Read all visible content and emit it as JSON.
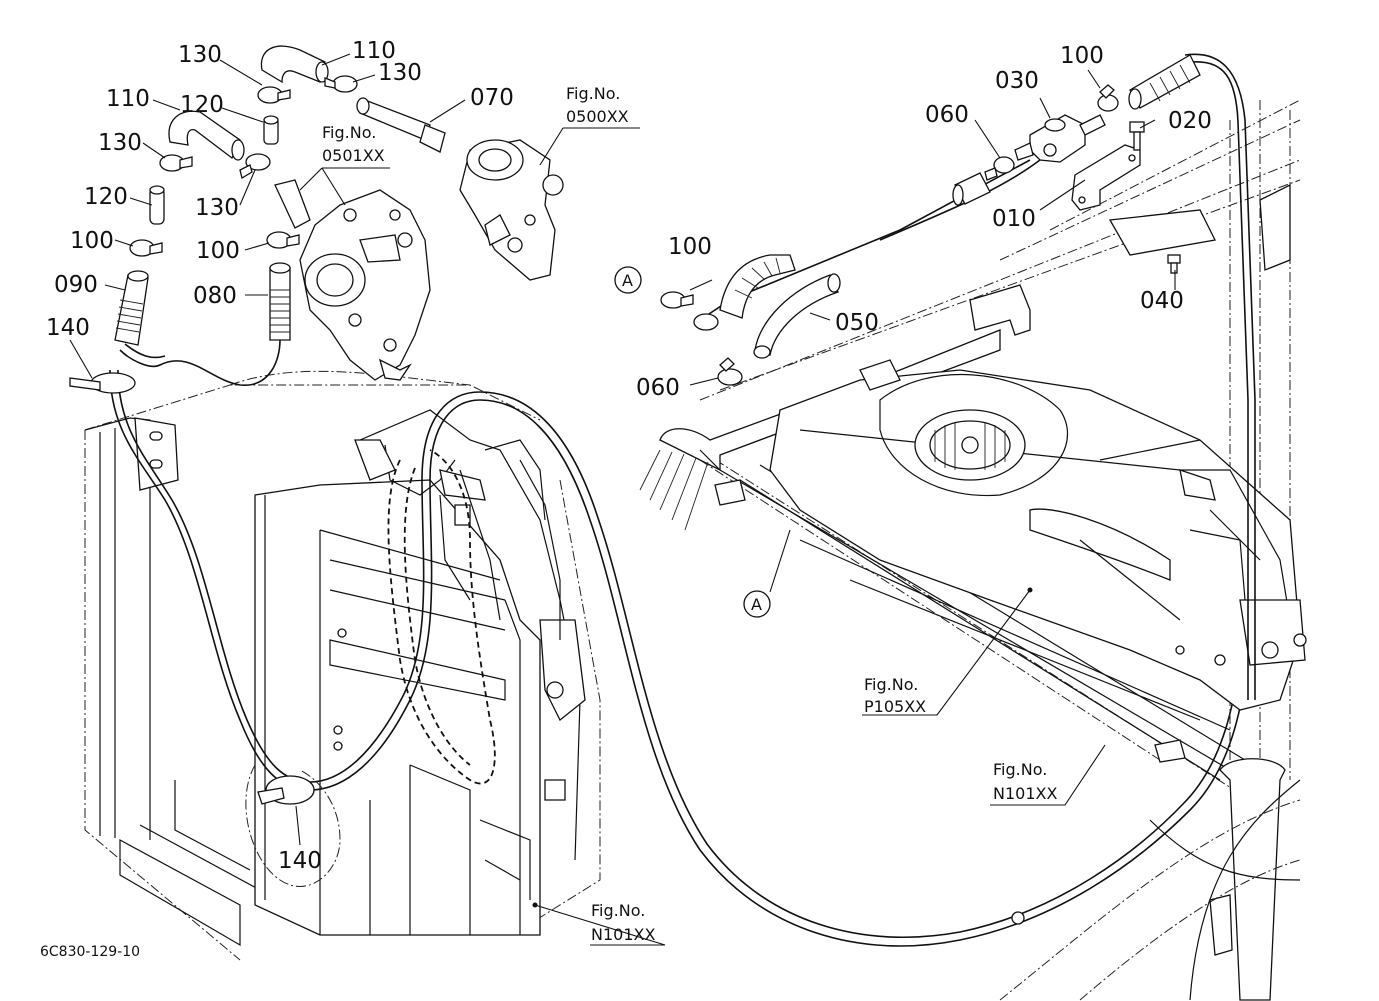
{
  "drawing_id": "6C830-129-10",
  "part_labels": [
    {
      "key": "p110a",
      "text": "110"
    },
    {
      "key": "p130a",
      "text": "130"
    },
    {
      "key": "p130b",
      "text": "130"
    },
    {
      "key": "p120a",
      "text": "120"
    },
    {
      "key": "p070",
      "text": "070"
    },
    {
      "key": "p110b",
      "text": "110"
    },
    {
      "key": "p130c",
      "text": "130"
    },
    {
      "key": "p120b",
      "text": "120"
    },
    {
      "key": "p130d",
      "text": "130"
    },
    {
      "key": "p100a",
      "text": "100"
    },
    {
      "key": "p100b",
      "text": "100"
    },
    {
      "key": "p090",
      "text": "090"
    },
    {
      "key": "p080",
      "text": "080"
    },
    {
      "key": "p140a",
      "text": "140"
    },
    {
      "key": "p140b",
      "text": "140"
    },
    {
      "key": "p100c",
      "text": "100"
    },
    {
      "key": "p030",
      "text": "030"
    },
    {
      "key": "p060a",
      "text": "060"
    },
    {
      "key": "p020",
      "text": "020"
    },
    {
      "key": "p010",
      "text": "010"
    },
    {
      "key": "p100d",
      "text": "100"
    },
    {
      "key": "p040",
      "text": "040"
    },
    {
      "key": "p050",
      "text": "050"
    },
    {
      "key": "p060b",
      "text": "060"
    }
  ],
  "figure_refs": [
    {
      "key": "f0500",
      "caption": "Fig.No.",
      "number": "0500XX"
    },
    {
      "key": "f0501",
      "caption": "Fig.No.",
      "number": "0501XX"
    },
    {
      "key": "fP105",
      "caption": "Fig.No.",
      "number": "P105XX"
    },
    {
      "key": "fN101a",
      "caption": "Fig.No.",
      "number": "N101XX"
    },
    {
      "key": "fN101b",
      "caption": "Fig.No.",
      "number": "N101XX"
    }
  ],
  "view_markers": [
    {
      "key": "a1",
      "text": "A"
    },
    {
      "key": "a2",
      "text": "A"
    }
  ]
}
